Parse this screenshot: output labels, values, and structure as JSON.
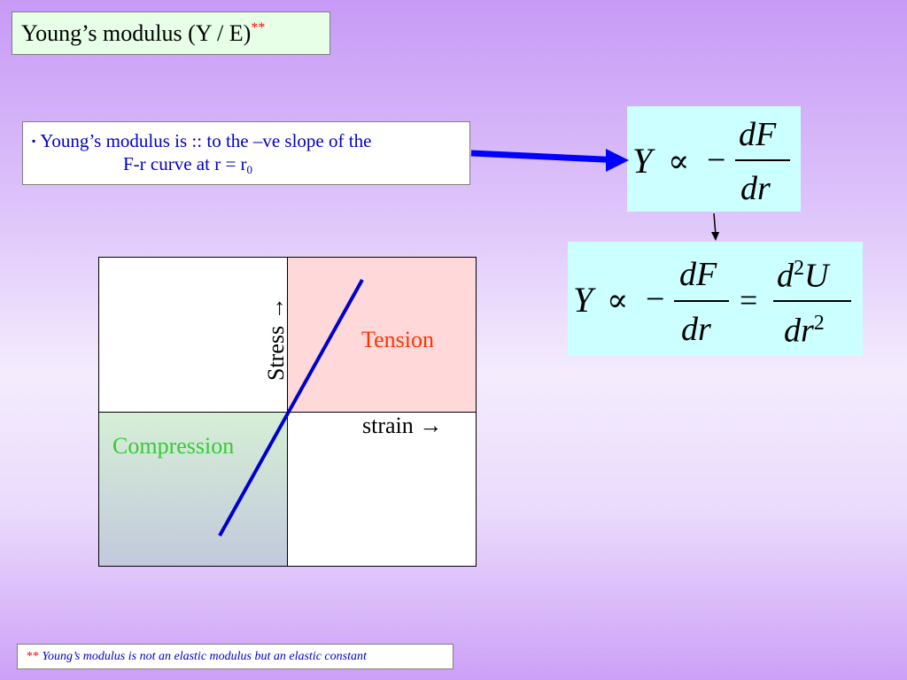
{
  "title": {
    "text": "Young’s modulus (Y / E)",
    "stars": "**"
  },
  "bullet": {
    "marker": "▪",
    "line1": "Young’s modulus is :: to the –ve slope of the",
    "line2_main": "F-r curve at r = r",
    "line2_sub": "0"
  },
  "equation1": {
    "lhs": "Y",
    "prop": "∝",
    "minus": "−",
    "num": "dF",
    "den": "dr"
  },
  "equation2": {
    "lhs": "Y",
    "prop": "∝",
    "minus": "−",
    "num1": "dF",
    "den1": "dr",
    "equals": "=",
    "num2_base": "d",
    "num2_exp": "2",
    "num2_tail": "U",
    "den2_base": "dr",
    "den2_exp": "2"
  },
  "diagram": {
    "tension_label": "Tension",
    "compression_label": "Compression",
    "strain_label": "strain  →",
    "stress_label": "Stress  →"
  },
  "footer": {
    "stars": "**",
    "text": " Young’s modulus is not an elastic modulus but an elastic constant"
  },
  "colors": {
    "line": "#0000cc",
    "tension_fill": "#ffd9d9",
    "equation_fill": "#ccffff",
    "title_fill": "#e6ffe6"
  }
}
